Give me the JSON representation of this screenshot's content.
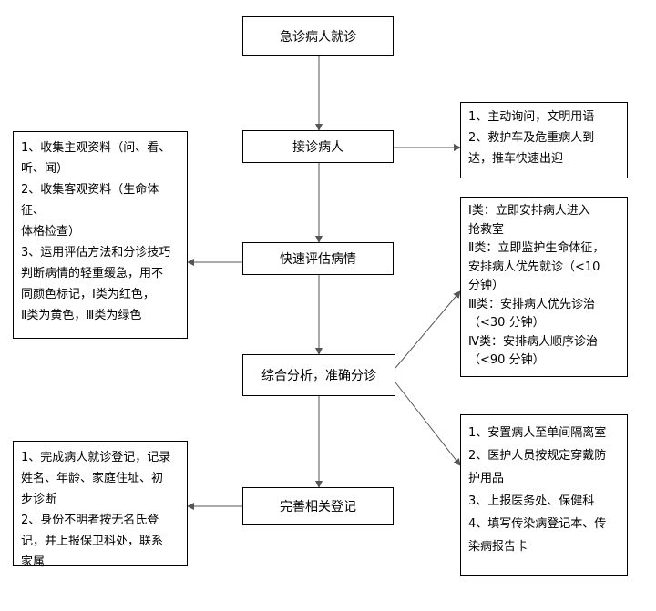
{
  "flow": {
    "step1": "急诊病人就诊",
    "step2": "接诊病人",
    "step3": "快速评估病情",
    "step4": "综合分析，准确分诊",
    "step5": "完善相关登记"
  },
  "left_boxes": {
    "assess_lines": [
      "1、收集主观资料（问、看、",
      "听、闻）",
      "2、收集客观资料（生命体征、",
      "体格检查）",
      "3、运用评估方法和分诊技巧",
      "判断病情的轻重缓急，用不",
      "同颜色标记，Ⅰ类为红色，",
      "Ⅱ类为黄色，Ⅲ类为绿色"
    ],
    "register_lines": [
      "1、完成病人就诊登记，记录",
      "姓名、年龄、家庭住址、初",
      "步诊断",
      "2、身份不明者按无名氏登",
      "记，并上报保卫科处，联系",
      "家属"
    ]
  },
  "right_boxes": {
    "receive_lines": [
      "1、主动询问，文明用语",
      "2、救护车及危重病人到",
      "达，推车快速出迎"
    ],
    "triage_lines": [
      "Ⅰ类：立即安排病人进入",
      "抢救室",
      "Ⅱ类：立即监护生命体征，",
      "安排病人优先就诊（<10",
      "分钟）",
      "Ⅲ类：安排病人优先诊治",
      "（<30 分钟）",
      "Ⅳ类：安排病人顺序诊治",
      "（<90 分钟）"
    ],
    "infection_lines": [
      "1、安置病人至单间隔离室",
      "2、医护人员按规定穿戴防",
      "护用品",
      "3、上报医务处、保健科",
      "4、填写传染病登记本、传",
      "染病报告卡"
    ]
  }
}
